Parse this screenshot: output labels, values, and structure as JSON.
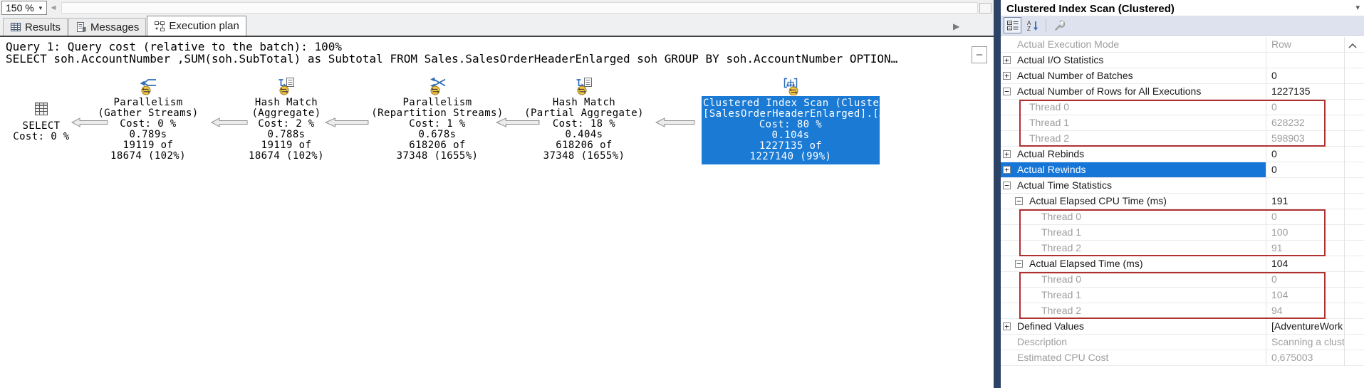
{
  "colors": {
    "plan_highlight_blue": "#1a7ad4",
    "selection_blue": "#1576d8",
    "annotation_red": "#b03030",
    "parallel_badge_gold": "#f5c544",
    "operator_icon_blue": "#2f6db8"
  },
  "glyphs": {
    "combo_arrow": "▼",
    "pane_scroll_left": "◄",
    "tab_scroll_right": "▶",
    "properties_dropdown": "▾",
    "collapse_region": "–"
  },
  "left_pane": {
    "zoom_dropdown": {
      "value": "150 %"
    },
    "tabs": [
      {
        "id": "results",
        "label": "Results",
        "icon": "results-grid-icon",
        "active": false
      },
      {
        "id": "messages",
        "label": "Messages",
        "icon": "messages-icon",
        "active": false
      },
      {
        "id": "execution-plan",
        "label": "Execution plan",
        "icon": "execution-plan-icon",
        "active": true
      }
    ],
    "query_header": {
      "line1": "Query 1: Query cost (relative to the batch): 100%",
      "line2": "SELECT soh.AccountNumber ,SUM(soh.SubTotal) as Subtotal FROM Sales.SalesOrderHeaderEnlarged soh GROUP BY soh.AccountNumber OPTION…"
    },
    "plan_nodes": [
      {
        "id": "select",
        "icon": "select-operator-icon",
        "highlighted": false,
        "lines": [
          "SELECT",
          "Cost: 0 %"
        ]
      },
      {
        "id": "gather",
        "icon": "parallelism-gather-icon",
        "highlighted": false,
        "lines": [
          "Parallelism",
          "(Gather Streams)",
          "Cost: 0 %",
          "0.789s",
          "19119 of",
          "18674 (102%)"
        ]
      },
      {
        "id": "hash-agg",
        "icon": "hash-match-icon",
        "highlighted": false,
        "lines": [
          "Hash Match",
          "(Aggregate)",
          "Cost: 2 %",
          "0.788s",
          "19119 of",
          "18674 (102%)"
        ]
      },
      {
        "id": "repart",
        "icon": "parallelism-repartition-icon",
        "highlighted": false,
        "lines": [
          "Parallelism",
          "(Repartition Streams)",
          "Cost: 1 %",
          "0.678s",
          "618206 of",
          "37348 (1655%)"
        ]
      },
      {
        "id": "hash-partial",
        "icon": "hash-match-icon",
        "highlighted": false,
        "lines": [
          "Hash Match",
          "(Partial Aggregate)",
          "Cost: 18 %",
          "0.404s",
          "618206 of",
          "37348 (1655%)"
        ]
      },
      {
        "id": "cis",
        "icon": "clustered-index-scan-icon",
        "highlighted": true,
        "lines": [
          "Clustered Index Scan (Cluste…",
          "[SalesOrderHeaderEnlarged].[…",
          "Cost: 80 %",
          "0.104s",
          "1227135 of",
          "1227140 (99%)"
        ]
      }
    ]
  },
  "properties_panel": {
    "title": "Clustered Index Scan (Clustered)",
    "toolbar": [
      {
        "icon": "categorized-icon",
        "selected": true
      },
      {
        "icon": "sort-alphabetical-icon",
        "selected": false
      },
      {
        "icon": "wrench-icon",
        "selected": false
      }
    ],
    "rows": [
      {
        "indent": 0,
        "glyph": "",
        "label": "Actual Execution Mode",
        "value": "Row",
        "muted_label": true,
        "muted_value": true,
        "selected": false
      },
      {
        "indent": 0,
        "glyph": "+",
        "label": "Actual I/O Statistics",
        "value": "",
        "muted_label": false,
        "muted_value": false,
        "selected": false
      },
      {
        "indent": 0,
        "glyph": "+",
        "label": "Actual Number of Batches",
        "value": "0",
        "muted_label": false,
        "muted_value": false,
        "selected": false
      },
      {
        "indent": 0,
        "glyph": "-",
        "label": "Actual Number of Rows for All Executions",
        "value": "1227135",
        "muted_label": false,
        "muted_value": false,
        "selected": false
      },
      {
        "indent": 1,
        "glyph": "",
        "label": "Thread 0",
        "value": "0",
        "muted_label": true,
        "muted_value": true,
        "selected": false
      },
      {
        "indent": 1,
        "glyph": "",
        "label": "Thread 1",
        "value": "628232",
        "muted_label": true,
        "muted_value": true,
        "selected": false
      },
      {
        "indent": 1,
        "glyph": "",
        "label": "Thread 2",
        "value": "598903",
        "muted_label": true,
        "muted_value": true,
        "selected": false
      },
      {
        "indent": 0,
        "glyph": "+",
        "label": "Actual Rebinds",
        "value": "0",
        "muted_label": false,
        "muted_value": false,
        "selected": false
      },
      {
        "indent": 0,
        "glyph": "+",
        "label": "Actual Rewinds",
        "value": "0",
        "muted_label": false,
        "muted_value": false,
        "selected": true
      },
      {
        "indent": 0,
        "glyph": "-",
        "label": "Actual Time Statistics",
        "value": "",
        "muted_label": false,
        "muted_value": false,
        "selected": false
      },
      {
        "indent": 1,
        "glyph": "-",
        "label": "Actual Elapsed CPU Time (ms)",
        "value": "191",
        "muted_label": false,
        "muted_value": false,
        "selected": false
      },
      {
        "indent": 2,
        "glyph": "",
        "label": "Thread 0",
        "value": "0",
        "muted_label": true,
        "muted_value": true,
        "selected": false
      },
      {
        "indent": 2,
        "glyph": "",
        "label": "Thread 1",
        "value": "100",
        "muted_label": true,
        "muted_value": true,
        "selected": false
      },
      {
        "indent": 2,
        "glyph": "",
        "label": "Thread 2",
        "value": "91",
        "muted_label": true,
        "muted_value": true,
        "selected": false
      },
      {
        "indent": 1,
        "glyph": "-",
        "label": "Actual Elapsed Time (ms)",
        "value": "104",
        "muted_label": false,
        "muted_value": false,
        "selected": false
      },
      {
        "indent": 2,
        "glyph": "",
        "label": "Thread 0",
        "value": "0",
        "muted_label": true,
        "muted_value": true,
        "selected": false
      },
      {
        "indent": 2,
        "glyph": "",
        "label": "Thread 1",
        "value": "104",
        "muted_label": true,
        "muted_value": true,
        "selected": false
      },
      {
        "indent": 2,
        "glyph": "",
        "label": "Thread 2",
        "value": "94",
        "muted_label": true,
        "muted_value": true,
        "selected": false
      },
      {
        "indent": 0,
        "glyph": "+",
        "label": "Defined Values",
        "value": "[AdventureWork",
        "muted_label": false,
        "muted_value": false,
        "selected": false
      },
      {
        "indent": 0,
        "glyph": "",
        "label": "Description",
        "value": "Scanning a clust",
        "muted_label": true,
        "muted_value": true,
        "selected": false
      },
      {
        "indent": 0,
        "glyph": "",
        "label": "Estimated CPU Cost",
        "value": "0,675003",
        "muted_label": true,
        "muted_value": true,
        "selected": false
      }
    ]
  }
}
